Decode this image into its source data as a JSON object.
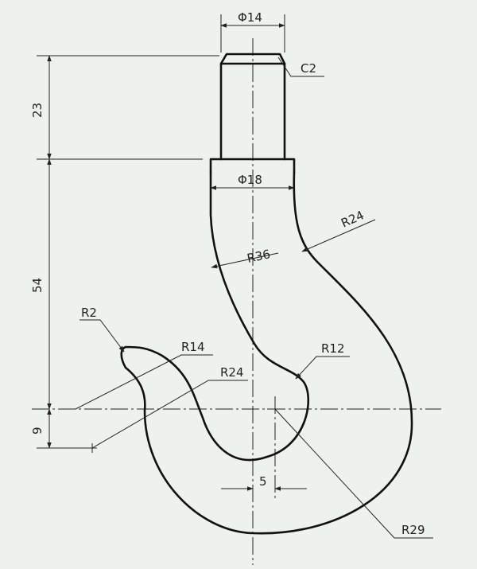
{
  "drawing": {
    "dimensions": {
      "dia_top": "Φ14",
      "dia_mid": "Φ18",
      "chamfer": "C2",
      "len_23": "23",
      "len_54": "54",
      "len_9": "9",
      "offset_5": "5",
      "r2": "R2",
      "r14": "R14",
      "r24_inner": "R24",
      "r24_outer": "R24",
      "r36": "R36",
      "r12": "R12",
      "r29": "R29"
    }
  }
}
